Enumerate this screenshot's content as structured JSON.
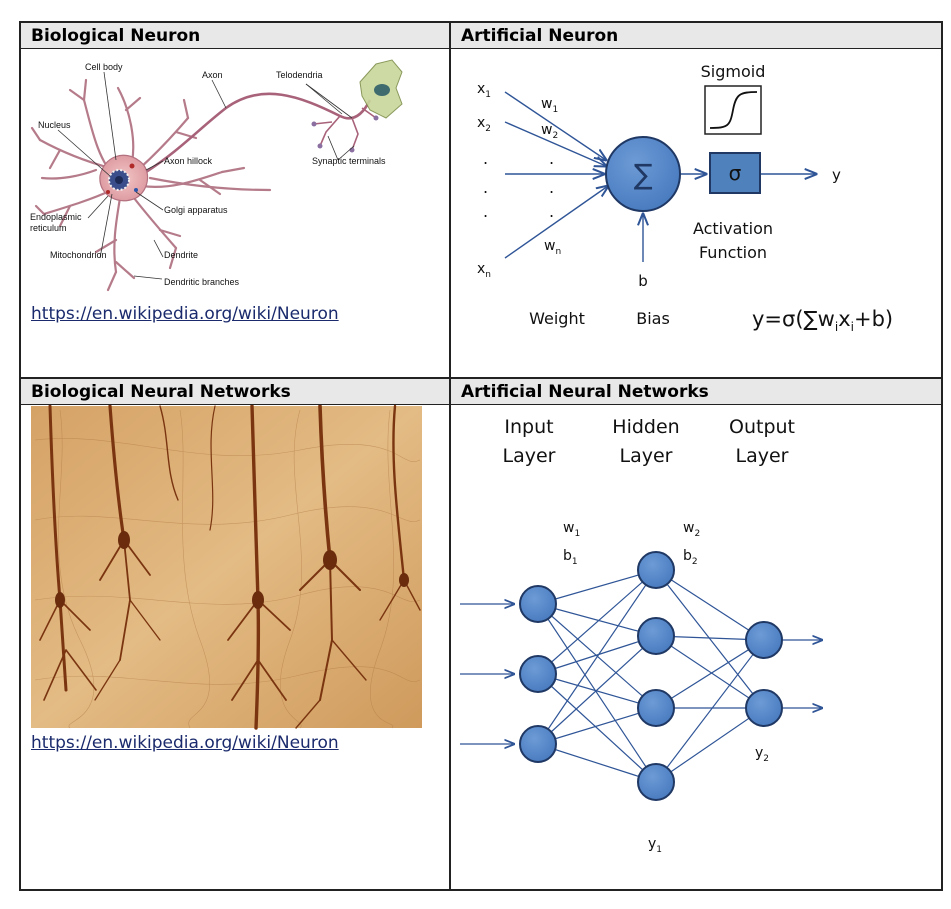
{
  "panels": {
    "bio_neuron": {
      "title": "Biological Neuron",
      "link": "https://en.wikipedia.org/wiki/Neuron",
      "labels": {
        "cell_body": "Cell body",
        "axon": "Axon",
        "telodendria": "Telodendria",
        "nucleus": "Nucleus",
        "axon_hillock": "Axon hillock",
        "synaptic_terminals": "Synaptic terminals",
        "golgi": "Golgi apparatus",
        "er_1": "Endoplasmic",
        "er_2": "reticulum",
        "mitochondrion": "Mitochondrion",
        "dendrite": "Dendrite",
        "dendritic_branches": "Dendritic branches"
      }
    },
    "artificial_neuron": {
      "title": "Artificial Neuron",
      "sigmoid_label": "Sigmoid",
      "sum_symbol": "∑",
      "sigma_symbol": "σ",
      "output_label": "y",
      "bias_label": "b",
      "activation_line1": "Activation",
      "activation_line2": "Function",
      "weight_caption": "Weight",
      "bias_caption": "Bias",
      "dot": "."
    },
    "bio_networks": {
      "title": "Biological Neural Networks",
      "link": "https://en.wikipedia.org/wiki/Neuron"
    },
    "ann": {
      "title": "Artificial Neural Networks",
      "input_layer_1": "Input",
      "input_layer_2": "Layer",
      "hidden_layer_1": "Hidden",
      "hidden_layer_2": "Layer",
      "output_layer_1": "Output",
      "output_layer_2": "Layer"
    }
  },
  "colors": {
    "node_fill": "#4f81bd",
    "node_stroke": "#1f3864",
    "arrow": "#2f5597",
    "tissue_bg": "#d9ad74",
    "tissue_dark": "#8a3d12",
    "header_bg": "#e8e8e8"
  }
}
